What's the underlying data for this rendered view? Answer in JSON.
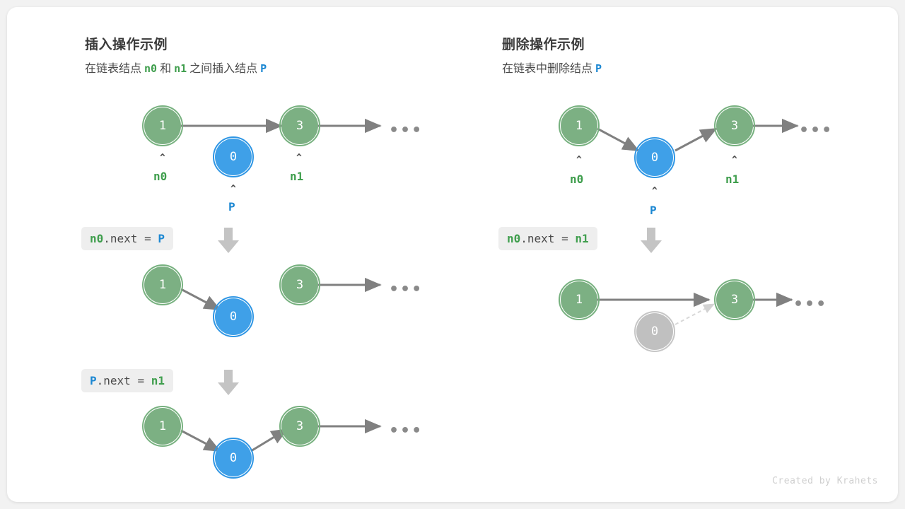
{
  "footer": {
    "credit": "Created by Krahets"
  },
  "colors": {
    "green": "#3f9e4d",
    "blue": "#1b87d2",
    "node_green_fill": "#7cb083",
    "node_blue_fill": "#3fa0e8",
    "node_gray_fill": "#c0c0c0",
    "arrow": "#808080",
    "chip_bg": "#eeeeee",
    "card_bg": "#ffffff",
    "page_bg": "#f2f2f2"
  },
  "left": {
    "title": "插入操作示例",
    "subtitle": {
      "part1": "在链表结点",
      "n0": "n0",
      "part2": "和",
      "n1": "n1",
      "part3": "之间插入结点",
      "p": "P"
    },
    "steps": [
      {
        "code": {
          "target": "n0",
          "middle": ".next = ",
          "value": "P"
        },
        "target_color": "green",
        "value_color": "blue"
      },
      {
        "code": {
          "target": "P",
          "middle": ".next = ",
          "value": "n1"
        },
        "target_color": "blue",
        "value_color": "green"
      }
    ],
    "rows": [
      {
        "name": "initial-state",
        "nodes": [
          {
            "value": "1",
            "kind": "green",
            "pointer": "n0",
            "pointer_color": "green"
          },
          {
            "value": "0",
            "kind": "blue",
            "pointer": "P",
            "pointer_color": "blue"
          },
          {
            "value": "3",
            "kind": "green",
            "pointer": "n1",
            "pointer_color": "green"
          }
        ],
        "ellipsis": "•••"
      },
      {
        "name": "after-step-1",
        "nodes": [
          {
            "value": "1",
            "kind": "green"
          },
          {
            "value": "0",
            "kind": "blue"
          },
          {
            "value": "3",
            "kind": "green"
          }
        ],
        "ellipsis": "•••"
      },
      {
        "name": "after-step-2",
        "nodes": [
          {
            "value": "1",
            "kind": "green"
          },
          {
            "value": "0",
            "kind": "blue"
          },
          {
            "value": "3",
            "kind": "green"
          }
        ],
        "ellipsis": "•••"
      }
    ]
  },
  "right": {
    "title": "删除操作示例",
    "subtitle": {
      "part1": "在链表中删除结点",
      "p": "P"
    },
    "steps": [
      {
        "code": {
          "target": "n0",
          "middle": ".next = ",
          "value": "n1"
        },
        "target_color": "green",
        "value_color": "green"
      }
    ],
    "rows": [
      {
        "name": "initial-state",
        "nodes": [
          {
            "value": "1",
            "kind": "green",
            "pointer": "n0",
            "pointer_color": "green"
          },
          {
            "value": "0",
            "kind": "blue",
            "pointer": "P",
            "pointer_color": "blue"
          },
          {
            "value": "3",
            "kind": "green",
            "pointer": "n1",
            "pointer_color": "green"
          }
        ],
        "ellipsis": "•••"
      },
      {
        "name": "after-deletion",
        "nodes": [
          {
            "value": "1",
            "kind": "green"
          },
          {
            "value": "0",
            "kind": "gray"
          },
          {
            "value": "3",
            "kind": "green"
          }
        ],
        "ellipsis": "•••"
      }
    ]
  },
  "icons": {
    "caret": "^",
    "step_arrow": "down-arrow-icon"
  }
}
